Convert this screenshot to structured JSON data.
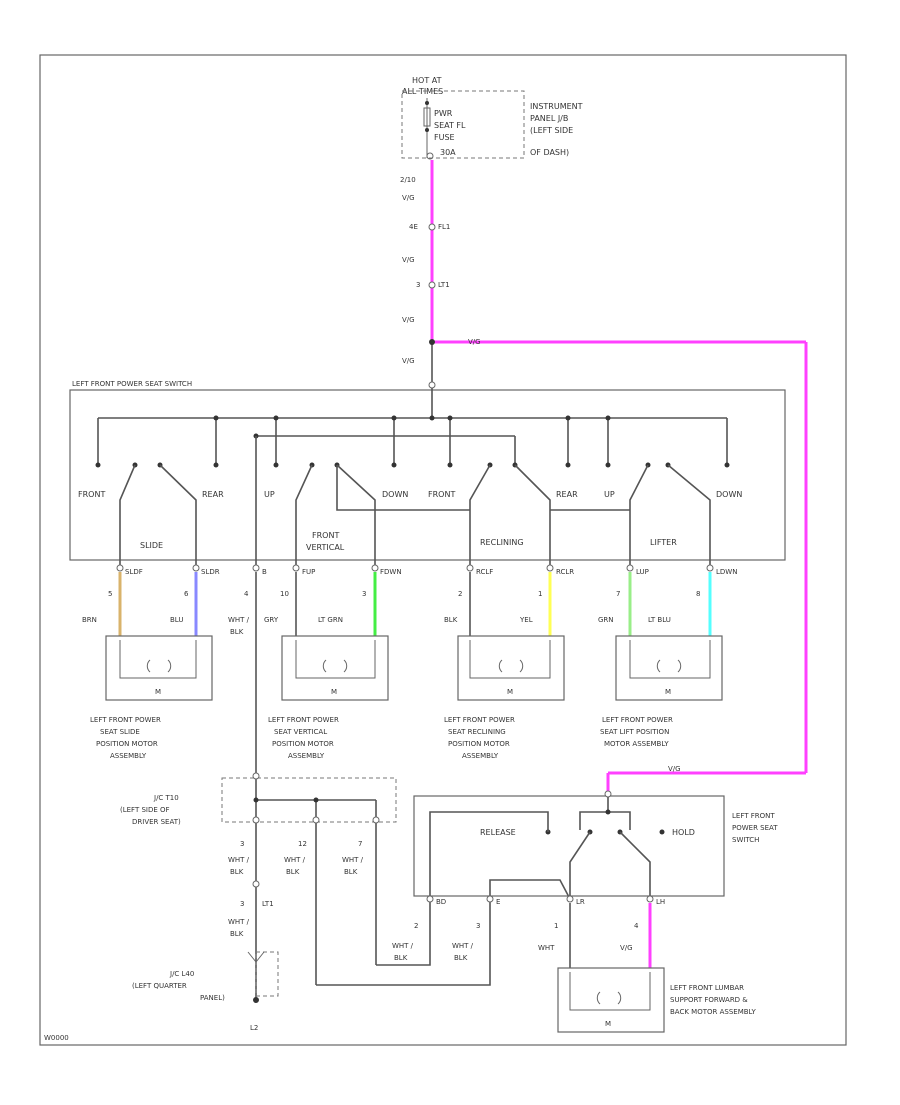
{
  "colors": {
    "pink": "#ff40ff",
    "tan": "#d9b36b",
    "blue": "#8888ff",
    "lt_grn": "#44ee44",
    "yel": "#ffff55",
    "grn": "#99ee88",
    "lt_blu": "#55ffff"
  },
  "supply": {
    "hot_line1": "HOT AT",
    "hot_line2": "ALL TIMES",
    "fuse_line1": "PWR",
    "fuse_line2": "SEAT FL",
    "fuse_line3": "FUSE",
    "fuse_rating": "30A",
    "panel_line1": "INSTRUMENT",
    "panel_line2": "PANEL J/B",
    "panel_line3": "(LEFT SIDE",
    "panel_line4": "OF DASH)"
  },
  "trunk": {
    "c1": "2/10",
    "w1": "V/G",
    "c2": "4E",
    "c2b": "FL1",
    "w2": "V/G",
    "c3": "3",
    "c3b": "LT1",
    "w3": "V/G",
    "splice_wire": "V/G",
    "w4": "V/G",
    "right_wire": "V/G"
  },
  "switch": {
    "title": "LEFT FRONT POWER SEAT SWITCH",
    "labels": [
      "FRONT",
      "REAR",
      "UP",
      "DOWN",
      "FRONT",
      "REAR",
      "UP",
      "DOWN"
    ],
    "group_slide": "SLIDE",
    "group_fv1": "FRONT",
    "group_fv2": "VERTICAL",
    "group_recl": "RECLINING",
    "group_lift": "LIFTER",
    "pins": [
      "SLDF",
      "SLDR",
      "B",
      "FUP",
      "FDWN",
      "RCLF",
      "RCLR",
      "LUP",
      "LDWN"
    ],
    "pin_numbers": [
      "5",
      "6",
      "4",
      "10",
      "3",
      "2",
      "1",
      "7",
      "8"
    ]
  },
  "wires": {
    "w1": "BRN",
    "w2": "BLU",
    "w3a": "WHT /",
    "w3b": "BLK",
    "w4": "GRY",
    "w5": "LT GRN",
    "w6": "BLK",
    "w7": "YEL",
    "w8": "GRN",
    "w9": "LT BLU"
  },
  "motors": [
    {
      "line1": "LEFT FRONT POWER",
      "line2": "SEAT SLIDE",
      "line3": "POSITION MOTOR",
      "line4": "ASSEMBLY"
    },
    {
      "line1": "LEFT FRONT POWER",
      "line2": "SEAT VERTICAL",
      "line3": "POSITION MOTOR",
      "line4": "ASSEMBLY"
    },
    {
      "line1": "LEFT FRONT POWER",
      "line2": "SEAT RECLINING",
      "line3": "POSITION MOTOR",
      "line4": "ASSEMBLY"
    },
    {
      "line1": "LEFT FRONT POWER",
      "line2": "SEAT LIFT POSITION",
      "line3": "MOTOR ASSEMBLY",
      "line4": ""
    }
  ],
  "motor_symbol": "M",
  "junction": {
    "line1": "J/C T10",
    "line2": "(LEFT SIDE OF",
    "line3": "DRIVER SEAT)",
    "pins": [
      "3",
      "12",
      "7"
    ]
  },
  "ground": {
    "wire_a1": "WHT /",
    "wire_a2": "BLK",
    "wire_b1": "WHT /",
    "wire_b2": "BLK",
    "wire_c1": "WHT /",
    "wire_c2": "BLK",
    "conn_pin": "3",
    "conn_name": "LT1",
    "wire_d1": "WHT /",
    "wire_d2": "BLK",
    "j_line1": "J/C L40",
    "j_line2": "(LEFT QUARTER",
    "j_line3": "PANEL)",
    "ground_label": "L2"
  },
  "lumbar_switch": {
    "title1": "LEFT FRONT",
    "title2": "POWER SEAT",
    "title3": "SWITCH",
    "release": "RELEASE",
    "hold": "HOLD",
    "pins": [
      "BD",
      "E",
      "LR",
      "LH"
    ],
    "wire_left1": "WHT /",
    "wire_left2": "BLK",
    "wire_mid1": "WHT /",
    "wire_mid2": "BLK",
    "num_left": "2",
    "num_mid": "3",
    "num_r1": "1",
    "num_r2": "4",
    "wire_r1": "WHT",
    "wire_r2": "V/G",
    "motor_line1": "LEFT FRONT LUMBAR",
    "motor_line2": "SUPPORT FORWARD &",
    "motor_line3": "BACK MOTOR ASSEMBLY"
  },
  "figure_id": "W0000"
}
